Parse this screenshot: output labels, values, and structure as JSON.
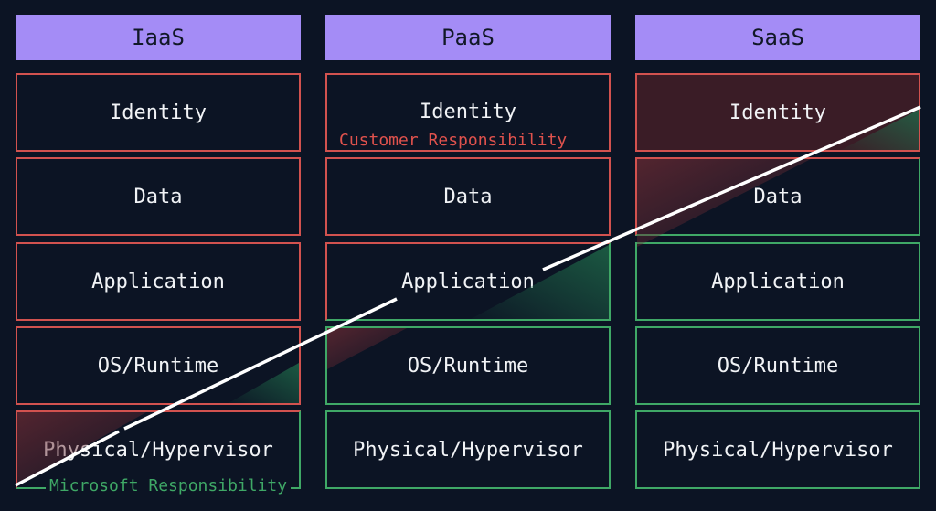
{
  "columns": [
    {
      "header": "IaaS",
      "layers": [
        "Identity",
        "Data",
        "Application",
        "OS/Runtime",
        "Physical/Hypervisor"
      ]
    },
    {
      "header": "PaaS",
      "layers": [
        "Identity",
        "Data",
        "Application",
        "OS/Runtime",
        "Physical/Hypervisor"
      ]
    },
    {
      "header": "SaaS",
      "layers": [
        "Identity",
        "Data",
        "Application",
        "OS/Runtime",
        "Physical/Hypervisor"
      ]
    }
  ],
  "labels": {
    "customer": "Customer Responsibility",
    "microsoft": "Microsoft Responsibility"
  },
  "colors": {
    "header": "#a48cf6",
    "customer": "#d2524f",
    "microsoft": "#3fa866",
    "background": "#0c1424"
  }
}
